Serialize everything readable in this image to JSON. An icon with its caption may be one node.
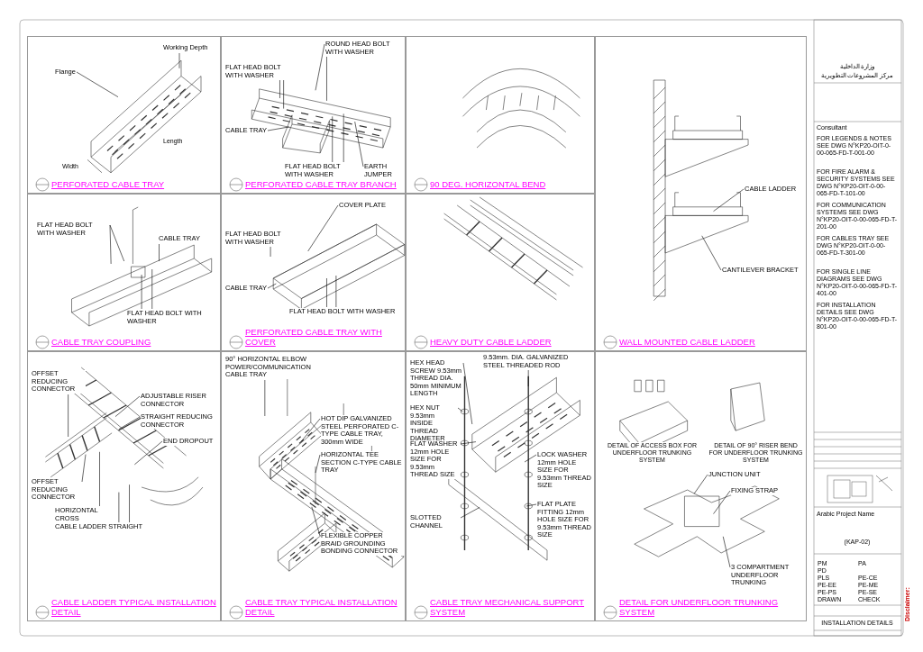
{
  "diagram": {
    "nodes": [
      {
        "text": [
          "PERFORATED CABLE TRAY"
        ]
      },
      {
        "text": [
          "Flange"
        ],
        "in": 0
      },
      {
        "text": [
          "Working Depth"
        ],
        "in": 0
      },
      {
        "text": [
          "PERFORATED CABLE TRAY BRANCH"
        ]
      },
      {
        "text": [
          "ROUND HEAD BOLT WITH WASHER"
        ],
        "in": 3
      },
      {
        "text": [
          "FLAT HEAD BOLT WITH WASHER"
        ],
        "in": 3
      },
      {
        "text": [
          "CABLE TRAY"
        ],
        "in": 3
      },
      {
        "text": [
          "FLAT HEAD BOLT WITH WASHER"
        ],
        "in": 3
      },
      {
        "text": [
          "EARTH JUMPER"
        ],
        "in": 3
      },
      {
        "text": [
          "90 DEG. HORIZONTAL BEND"
        ]
      },
      {
        "text": [
          "WALL MOUNTED CABLE LADDER"
        ]
      },
      {
        "text": [
          "CABLE LADDER"
        ],
        "in": 10
      },
      {
        "text": [
          "CANTILEVER BRACKET"
        ],
        "in": 10
      },
      {
        "text": [
          "CABLE TRAY COUPLING"
        ]
      },
      {
        "text": [
          "FLAT HEAD BOLT WITH WASHER"
        ],
        "in": 13
      },
      {
        "text": [
          "CABLE TRAY"
        ],
        "in": 13
      },
      {
        "text": [
          "FLAT HEAD BOLT WITH WASHER"
        ],
        "in": 13
      },
      {
        "text": [
          "PERFORATED CABLE TRAY WITH COVER"
        ]
      },
      {
        "text": [
          "COVER PLATE"
        ],
        "in": 17
      },
      {
        "text": [
          "FLAT HEAD BOLT WITH WASHER"
        ],
        "in": 17
      },
      {
        "text": [
          "CABLE TRAY"
        ],
        "in": 17
      },
      {
        "text": [
          "FLAT HEAD BOLT WITH WASHER"
        ],
        "in": 17
      },
      {
        "text": [
          "HEAVY DUTY CABLE LADDER"
        ]
      },
      {
        "text": [
          "CABLE LADDER TYPICAL INSTALLATION DETAIL"
        ]
      },
      {
        "text": [
          "OFFSET REDUCING CONNECTOR"
        ],
        "in": 23
      },
      {
        "text": [
          "ADJUSTABLE RISER CONNECTOR"
        ],
        "in": 23
      },
      {
        "text": [
          "STRAIGHT REDUCING CONNECTOR"
        ],
        "in": 23
      },
      {
        "text": [
          "END DROPOUT"
        ],
        "in": 23
      },
      {
        "text": [
          "OFFSET REDUCING CONNECTOR"
        ],
        "in": 23
      },
      {
        "text": [
          "HORIZONTAL CROSS"
        ],
        "in": 23
      },
      {
        "text": [
          "CABLE LADDER STRAIGHT"
        ],
        "in": 23
      },
      {
        "text": [
          "CABLE TRAY TYPICAL INSTALLATION DETAIL"
        ]
      },
      {
        "text": [
          "90° HORIZONTAL ELBOW POWER/COMMUNICATION CABLE TRAY"
        ],
        "in": 31
      },
      {
        "text": [
          "HOT DIP GALVANIZED STEEL PERFORATED C-TYPE CABLE TRAY, 300mm WIDE"
        ],
        "in": 31
      },
      {
        "text": [
          "HORIZONTAL TEE SECTION C-TYPE CABLE TRAY"
        ],
        "in": 31
      },
      {
        "text": [
          "FLEXIBLE COPPER BRAID GROUNDING BONDING CONNECTOR"
        ],
        "in": 31
      },
      {
        "text": [
          "CABLE TRAY MECHANICAL SUPPORT SYSTEM"
        ]
      },
      {
        "text": [
          "HEX HEAD SCREW 9.53mm THREAD DIA. 50mm MINIMUM LENGTH"
        ],
        "in": 36
      },
      {
        "text": [
          "9.53mm. DIA. GALVANIZED STEEL THREADED ROD"
        ],
        "in": 36
      },
      {
        "text": [
          "HEX NUT 9.53mm INSIDE THREAD DIAMETER"
        ],
        "in": 36
      },
      {
        "text": [
          "FLAT WASHER 12mm HOLE SIZE FOR 9.53mm THREAD SIZE"
        ],
        "in": 36
      },
      {
        "text": [
          "LOCK WASHER 12mm HOLE SIZE FOR 9.53mm THREAD SIZE"
        ],
        "in": 36
      },
      {
        "text": [
          "FLAT PLATE FITTING 12mm HOLE SIZE FOR 9.53mm THREAD SIZE"
        ],
        "in": 36
      },
      {
        "text": [
          "SLOTTED CHANNEL"
        ],
        "in": 36
      },
      {
        "text": [
          "DETAIL FOR UNDERFLOOR TRUNKING SYSTEM"
        ]
      },
      {
        "text": [
          "JUNCTION UNIT"
        ],
        "in": 44
      },
      {
        "text": [
          "FIXING STRAP"
        ],
        "in": 44
      },
      {
        "text": [
          "3 COMPARTMENT UNDERFLOOR TRUNKING"
        ],
        "in": 44
      }
    ],
    "edges": [
      {
        "from": 1,
        "to": null,
        "arrow": "none"
      },
      {
        "from": 2,
        "to": null,
        "arrow": "none"
      },
      {
        "from": 4,
        "to": null,
        "arrow": "none"
      },
      {
        "from": 4,
        "to": null,
        "arrow": "none"
      },
      {
        "from": 5,
        "to": null,
        "arrow": "none"
      },
      {
        "from": 5,
        "to": null,
        "arrow": "none"
      },
      {
        "from": 6,
        "to": null,
        "arrow": "none"
      },
      {
        "from": 7,
        "to": null,
        "arrow": "none"
      },
      {
        "from": 7,
        "to": null,
        "arrow": "none"
      },
      {
        "from": 8,
        "to": null,
        "arrow": "none"
      },
      {
        "from": 11,
        "to": null,
        "arrow": "none"
      },
      {
        "from": 12,
        "to": null,
        "arrow": "none"
      },
      {
        "from": 14,
        "to": null,
        "arrow": "none"
      },
      {
        "from": 14,
        "to": null,
        "arrow": "none"
      },
      {
        "from": 15,
        "to": null,
        "arrow": "none"
      },
      {
        "from": 16,
        "to": null,
        "arrow": "none"
      },
      {
        "from": 16,
        "to": null,
        "arrow": "none"
      },
      {
        "from": 18,
        "to": null,
        "arrow": "none"
      },
      {
        "from": 19,
        "to": null,
        "arrow": "none"
      },
      {
        "from": 20,
        "to": null,
        "arrow": "none"
      },
      {
        "from": 21,
        "to": null,
        "arrow": "none"
      },
      {
        "from": 21,
        "to": null,
        "arrow": "none"
      },
      {
        "from": 24,
        "to": null,
        "arrow": "none"
      },
      {
        "from": 25,
        "to": null,
        "arrow": "none"
      },
      {
        "from": 26,
        "to": null,
        "arrow": "none"
      },
      {
        "from": 27,
        "to": null,
        "arrow": "none"
      },
      {
        "from": 28,
        "to": null,
        "arrow": "none"
      },
      {
        "from": 29,
        "to": null,
        "arrow": "none"
      },
      {
        "from": 30,
        "to": null,
        "arrow": "none"
      },
      {
        "from": 30,
        "to": null,
        "arrow": "none"
      },
      {
        "from": 32,
        "to": null,
        "arrow": "none"
      },
      {
        "from": 33,
        "to": null,
        "arrow": "none"
      },
      {
        "from": 34,
        "to": null,
        "arrow": "none"
      },
      {
        "from": 35,
        "to": null,
        "arrow": "none"
      },
      {
        "from": 37,
        "to": null,
        "arrow": "none"
      },
      {
        "from": 38,
        "to": null,
        "arrow": "none"
      },
      {
        "from": 39,
        "to": null,
        "arrow": "none"
      },
      {
        "from": 40,
        "to": null,
        "arrow": "none"
      },
      {
        "from": 41,
        "to": null,
        "arrow": "none"
      },
      {
        "from": 42,
        "to": null,
        "arrow": "none"
      },
      {
        "from": 43,
        "to": null,
        "arrow": "none"
      },
      {
        "from": 45,
        "to": null,
        "arrow": "none"
      },
      {
        "from": 46,
        "to": null,
        "arrow": "none"
      },
      {
        "from": 47,
        "to": null,
        "arrow": "none"
      }
    ],
    "labels": [
      "Width",
      "Length",
      "DETAIL OF ACCESS BOX FOR UNDERFLOOR TRUNKING SYSTEM",
      "DETAIL OF 90° RISER BEND FOR UNDERFLOOR TRUNKING SYSTEM",
      "وزارة الداخلية",
      "مركز المشروعات التطويرية",
      "Consultant",
      "FOR LEGENDS & NOTES SEE DWG N°KP20-OIT-0-00-065-FD-T-001-00",
      "FOR FIRE ALARM & SECURITY SYSTEMS SEE DWG N°KP20-OIT-0-00-065-FD-T-101-00",
      "FOR COMMUNICATION SYSTEMS SEE DWG N°KP20-OIT-0-00-065-FD-T-201-00",
      "FOR CABLES TRAY SEE DWG N°KP20-OIT-0-00-065-FD-T-301-00",
      "FOR SINGLE LINE DIAGRAMS SEE DWG N°KP20-OIT-0-00-065-FD-T-401-00",
      "FOR INSTALLATION DETAILS SEE DWG N°KP20-OIT-0-00-065-FD-T-801-00",
      "Arabic Project Name",
      "(KAP-02)",
      "PM",
      "PD",
      "PLS",
      "PE-EE",
      "PE-PS",
      "DRAWN",
      "PA",
      "PE-CE",
      "PE-ME",
      "PE-SE",
      "CHECK",
      "INSTALLATION DETAILS",
      "Disclaimer:"
    ]
  }
}
